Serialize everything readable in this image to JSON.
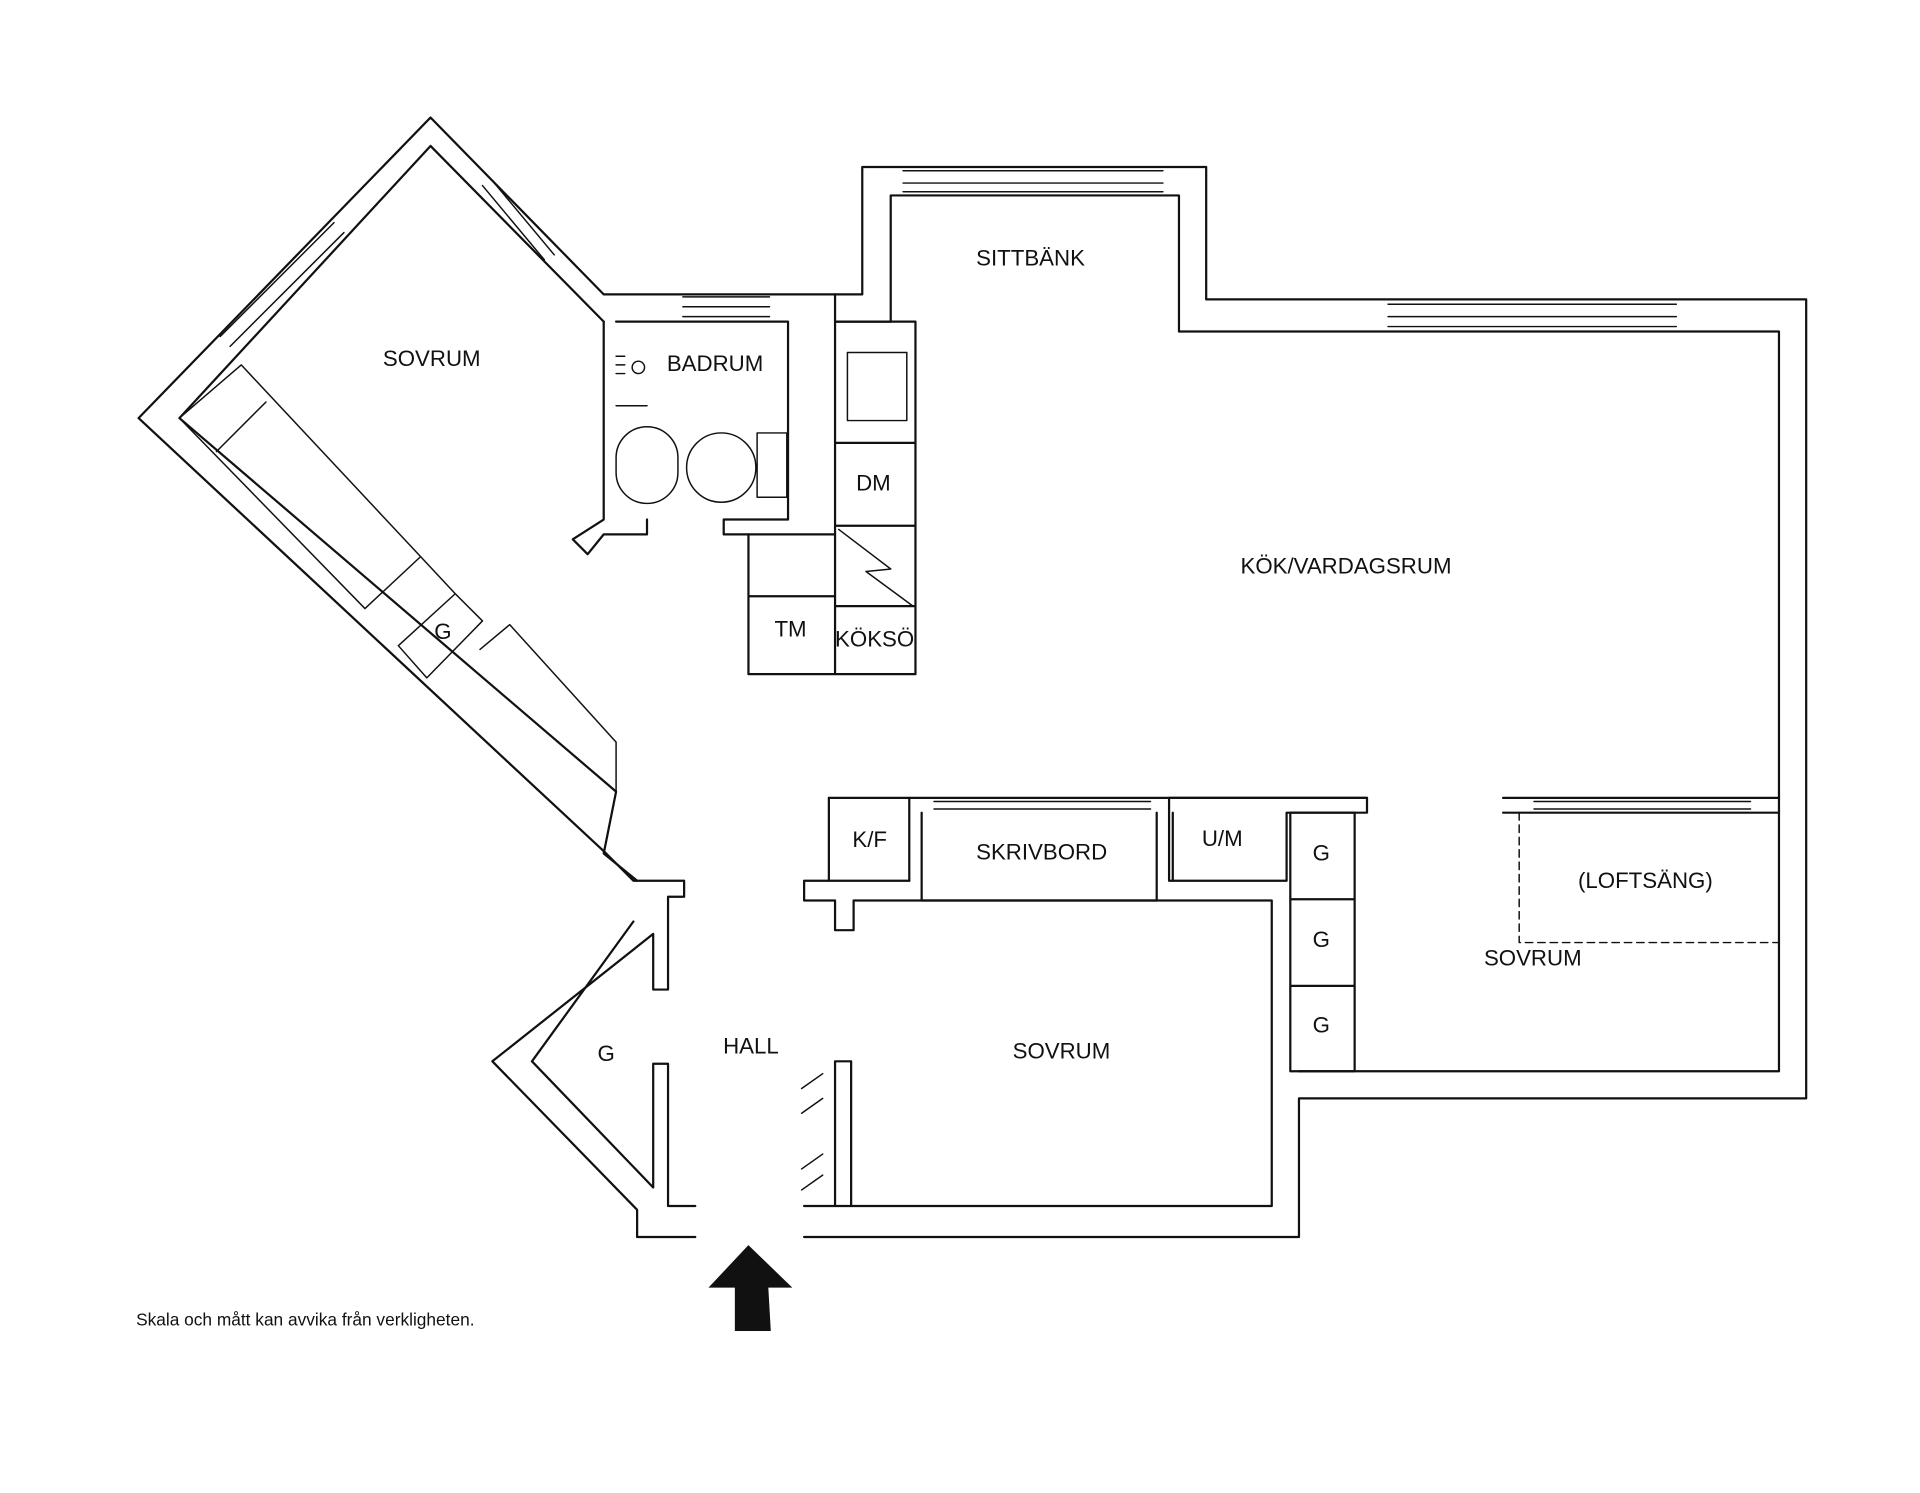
{
  "rooms": {
    "sittbank": "SITTBÄNK",
    "sovrum_left": "SOVRUM",
    "badrum": "BADRUM",
    "dm": "DM",
    "kok_vardagsrum": "KÖK/VARDAGSRUM",
    "tm": "TM",
    "kokso": "KÖKSÖ",
    "g_left": "G",
    "kf": "K/F",
    "skrivbord": "SKRIVBORD",
    "um": "U/M",
    "g_right_1": "G",
    "g_right_2": "G",
    "g_right_3": "G",
    "loftsang": "(LOFTSÄNG)",
    "sovrum_right": "SOVRUM",
    "hall": "HALL",
    "g_hall": "G",
    "sovrum_center": "SOVRUM"
  },
  "footer_note": "Skala och mått kan avvika från verkligheten.",
  "icons": {
    "entrance": "entrance-arrow-icon"
  }
}
